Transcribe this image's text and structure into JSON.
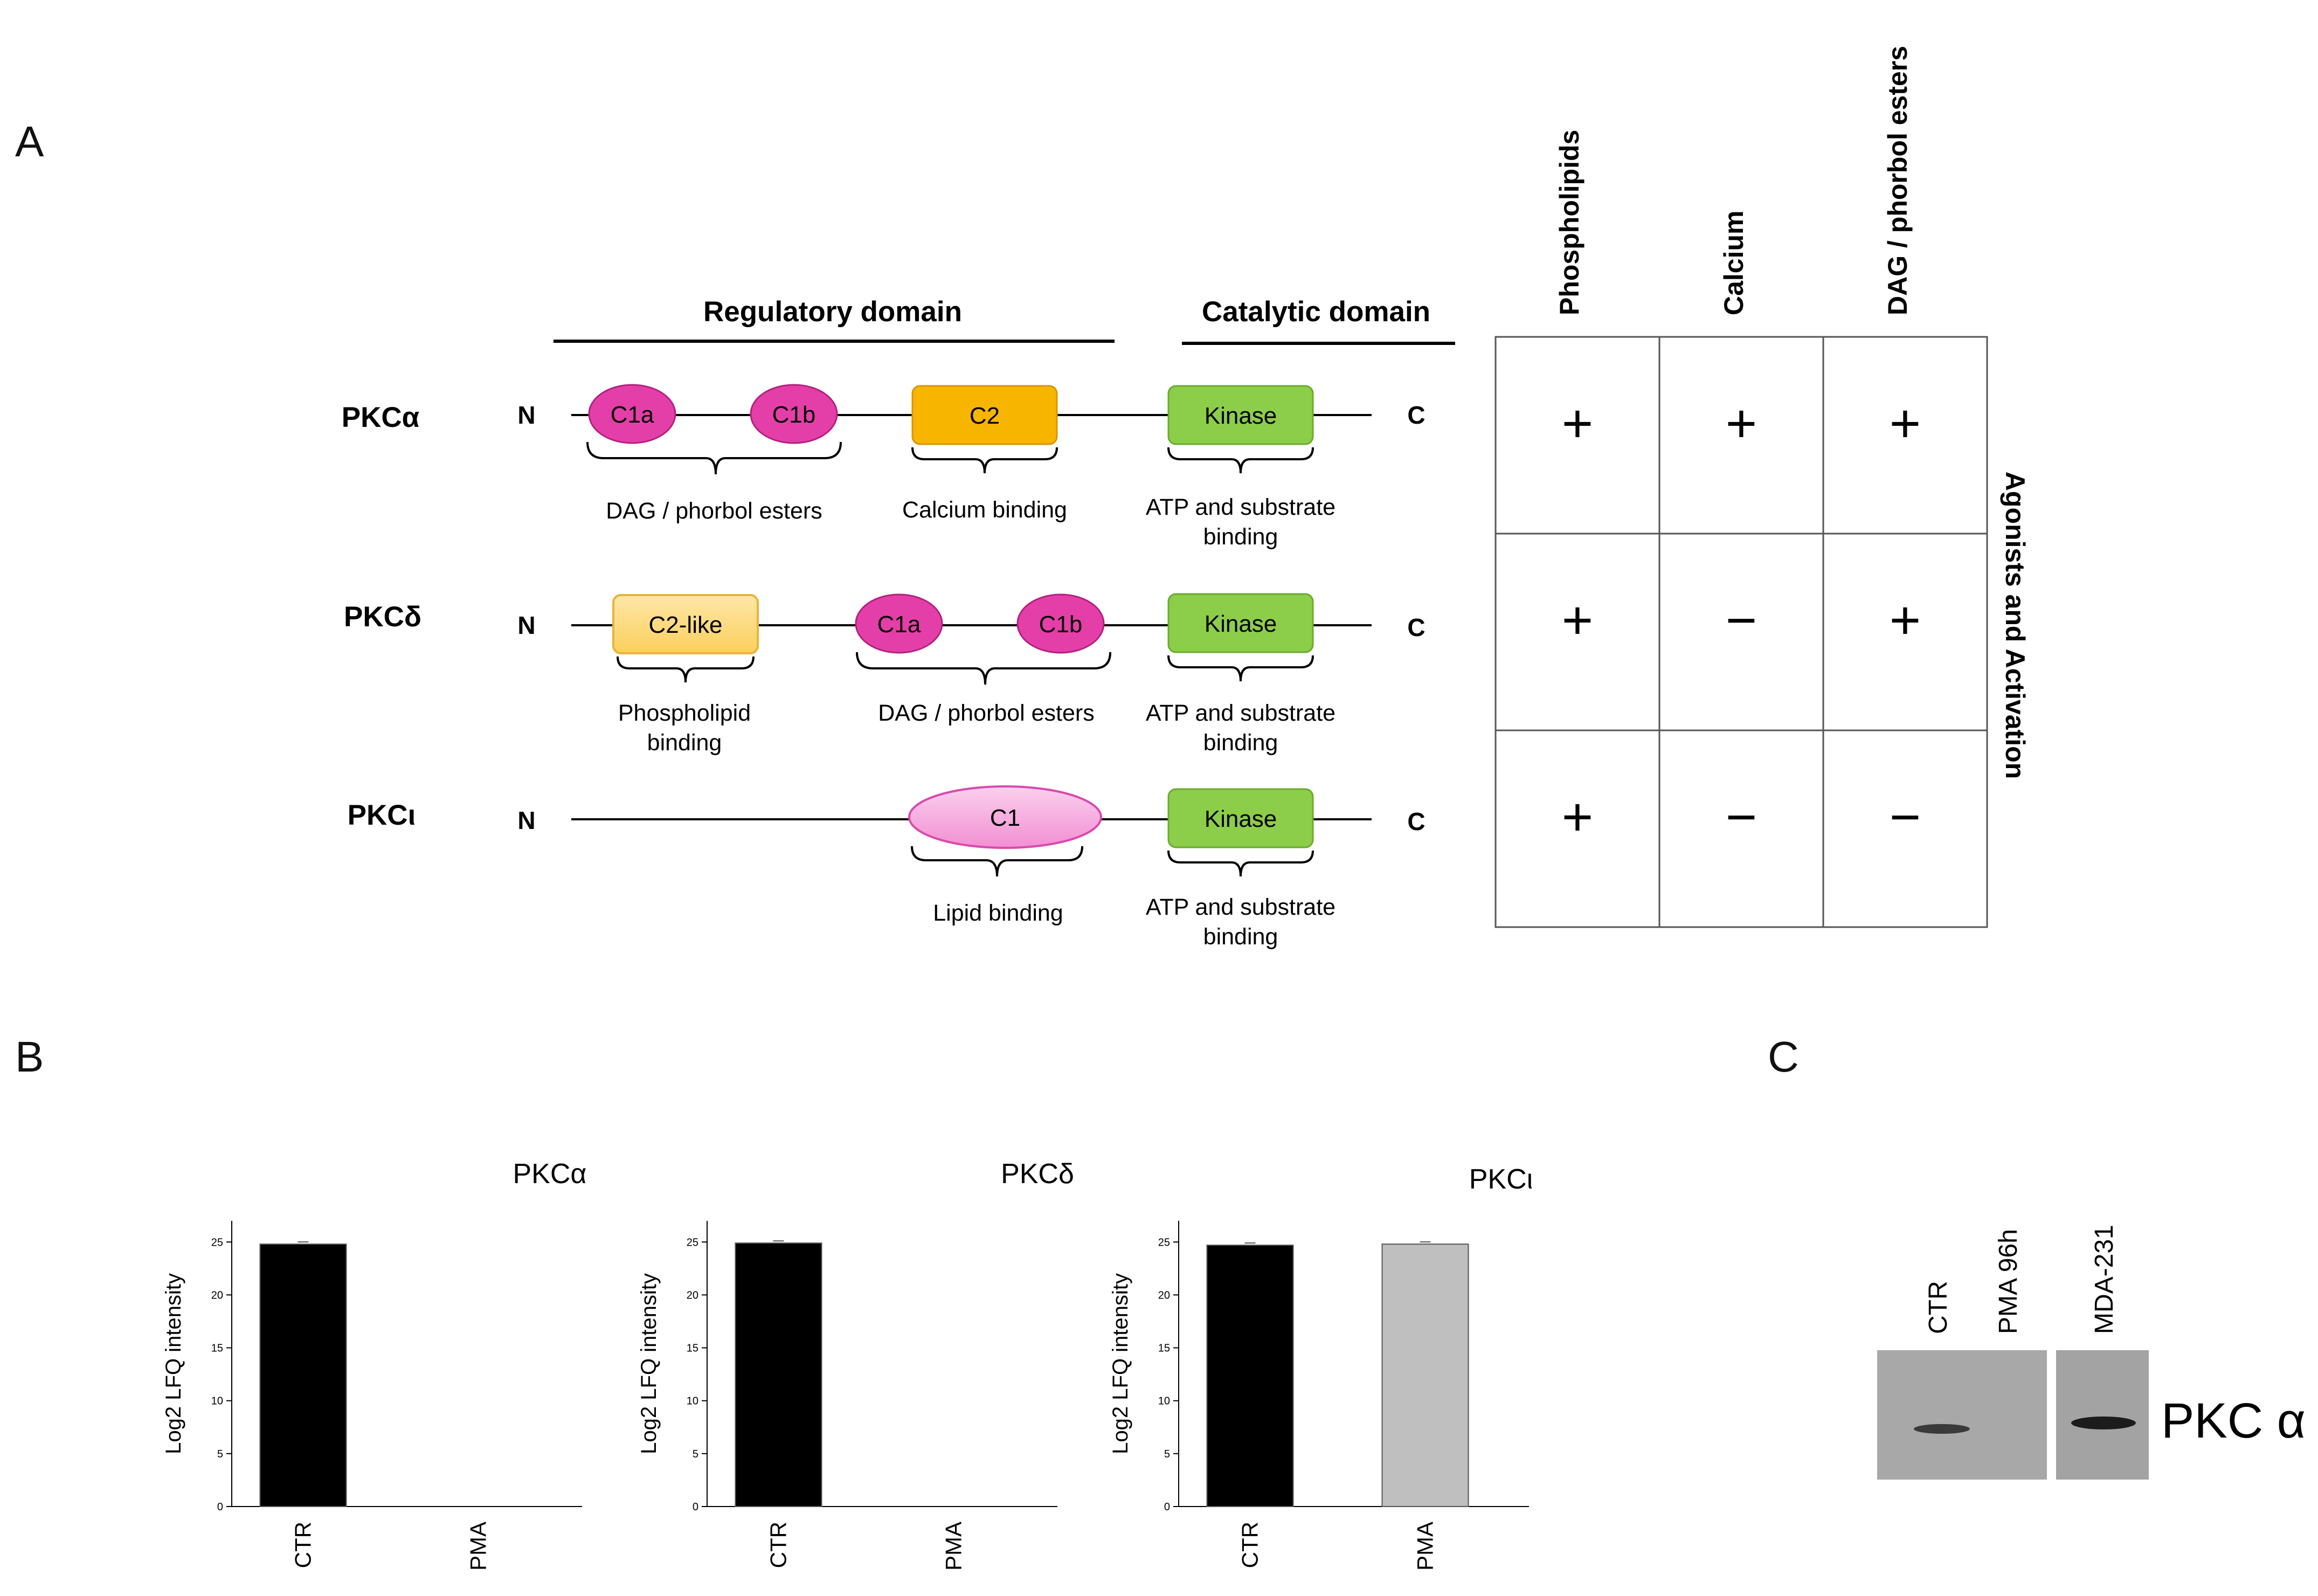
{
  "panels": {
    "a": "A",
    "b": "B",
    "c": "C"
  },
  "domain_headers": {
    "regulatory": "Regulatory domain",
    "catalytic": "Catalytic domain"
  },
  "terminus": {
    "n": "N",
    "c": "C"
  },
  "isoforms": [
    {
      "name": "PKCα",
      "domains": {
        "c1a": "C1a",
        "c1b": "C1b",
        "c2": "C2",
        "kinase": "Kinase"
      },
      "annotations": {
        "dag": "DAG / phorbol esters",
        "calcium": "Calcium binding",
        "atp_1": "ATP and substrate",
        "atp_2": "binding"
      }
    },
    {
      "name": "PKCδ",
      "domains": {
        "c2like": "C2-like",
        "c1a": "C1a",
        "c1b": "C1b",
        "kinase": "Kinase"
      },
      "annotations": {
        "phospho_1": "Phospholipid",
        "phospho_2": "binding",
        "dag": "DAG / phorbol esters",
        "atp_1": "ATP and substrate",
        "atp_2": "binding"
      }
    },
    {
      "name": "PKCι",
      "domains": {
        "c1": "C1",
        "kinase": "Kinase"
      },
      "annotations": {
        "lipid": "Lipid binding",
        "atp_1": "ATP and substrate",
        "atp_2": "binding"
      }
    }
  ],
  "activation_table": {
    "columns": [
      "Phospholipids",
      "Calcium",
      "DAG / phorbol esters"
    ],
    "side_label": "Agonists and Activation",
    "rows": [
      [
        "+",
        "+",
        "+"
      ],
      [
        "+",
        "−",
        "+"
      ],
      [
        "+",
        "−",
        "−"
      ]
    ]
  },
  "chart_data": [
    {
      "type": "bar",
      "title": "PKCα",
      "ylabel": "Log2 LFQ intensity",
      "categories": [
        "CTR",
        "PMA"
      ],
      "values": [
        24.8,
        0
      ],
      "ylim": [
        0,
        27
      ],
      "yticks": [
        "0",
        "5",
        "10",
        "15",
        "20",
        "25"
      ],
      "colors": [
        "#000000",
        "#bfbfbf"
      ]
    },
    {
      "type": "bar",
      "title": "PKCδ",
      "ylabel": "Log2 LFQ intensity",
      "categories": [
        "CTR",
        "PMA"
      ],
      "values": [
        24.9,
        0
      ],
      "ylim": [
        0,
        27
      ],
      "yticks": [
        "0",
        "5",
        "10",
        "15",
        "20",
        "25"
      ],
      "colors": [
        "#000000",
        "#bfbfbf"
      ]
    },
    {
      "type": "bar",
      "title": "PKCι",
      "ylabel": "Log2 LFQ intensity",
      "categories": [
        "CTR",
        "PMA"
      ],
      "values": [
        24.7,
        24.8
      ],
      "ylim": [
        0,
        27
      ],
      "yticks": [
        "0",
        "5",
        "10",
        "15",
        "20",
        "25"
      ],
      "colors": [
        "#000000",
        "#bfbfbf"
      ]
    }
  ],
  "blot": {
    "lanes": [
      "CTR",
      "PMA 96h",
      "MDA-231"
    ],
    "label": "PKC α"
  },
  "colors": {
    "c1": "#e43fa8",
    "c2": "#f7b500",
    "c2like": "#ffe39a",
    "c1_iota": "#f7b3e0",
    "kinase": "#8ccd4a"
  }
}
